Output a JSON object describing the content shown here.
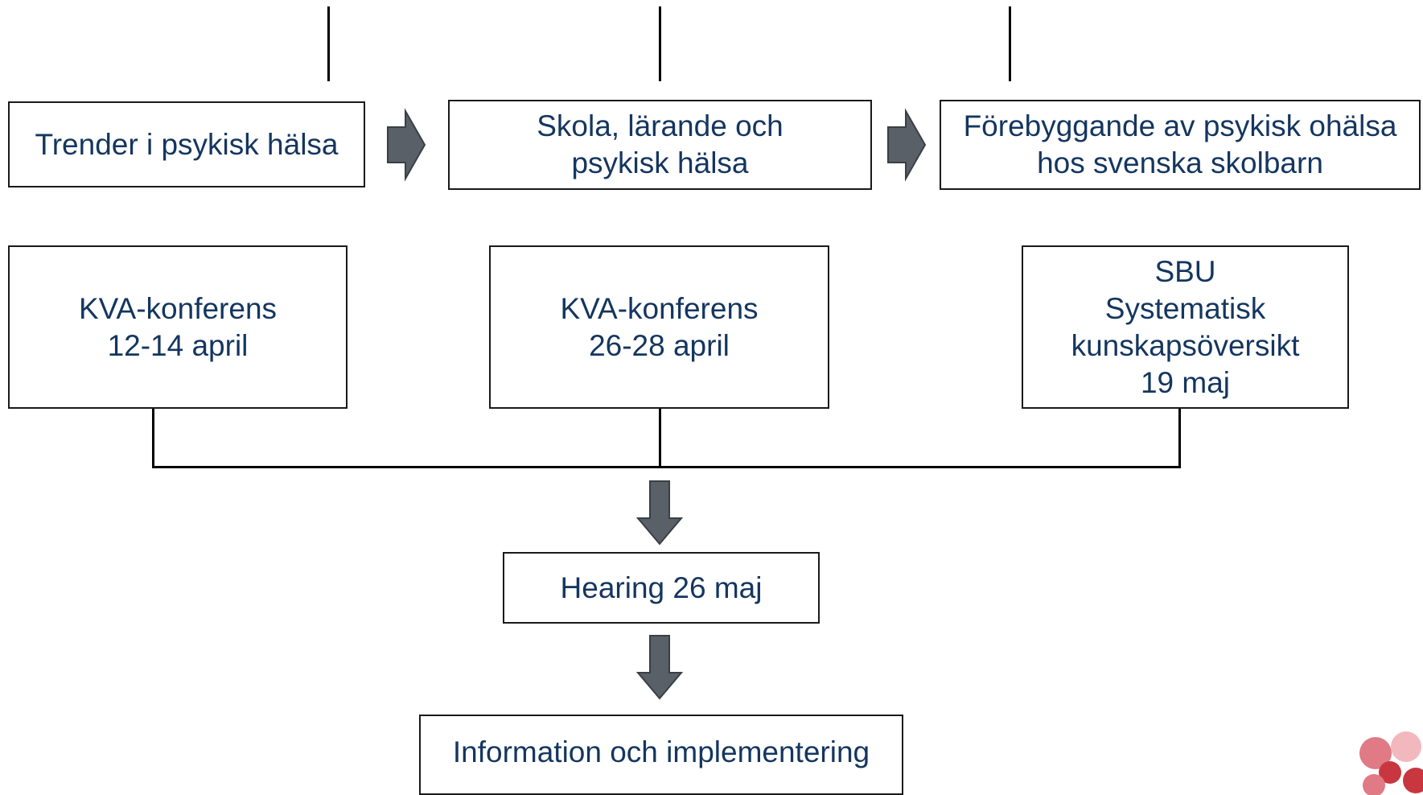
{
  "colors": {
    "text": "#14365f",
    "box_border": "#1a1a1a",
    "arrow_fill": "#596068",
    "arrow_stroke": "#3a3f45",
    "logo": [
      "#c8373f",
      "#e07a85",
      "#f2b8be"
    ]
  },
  "themes": {
    "trender": "Trender i psykisk hälsa",
    "skola": "Skola, lärande och\npsykisk hälsa",
    "forebyggande": "Förebyggande av psykisk ohälsa\nhos svenska skolbarn"
  },
  "events": {
    "kva1": "KVA-konferens\n12-14 april",
    "kva2": "KVA-konferens\n26-28 april",
    "sbu": "SBU\nSystematisk\nkunskapsöversikt\n19 maj"
  },
  "hearing": "Hearing 26 maj",
  "information": "Information och implementering",
  "icons": {
    "flow_right": "block-arrow-right-icon",
    "flow_down": "block-arrow-down-icon",
    "logo": "logo-dots"
  }
}
